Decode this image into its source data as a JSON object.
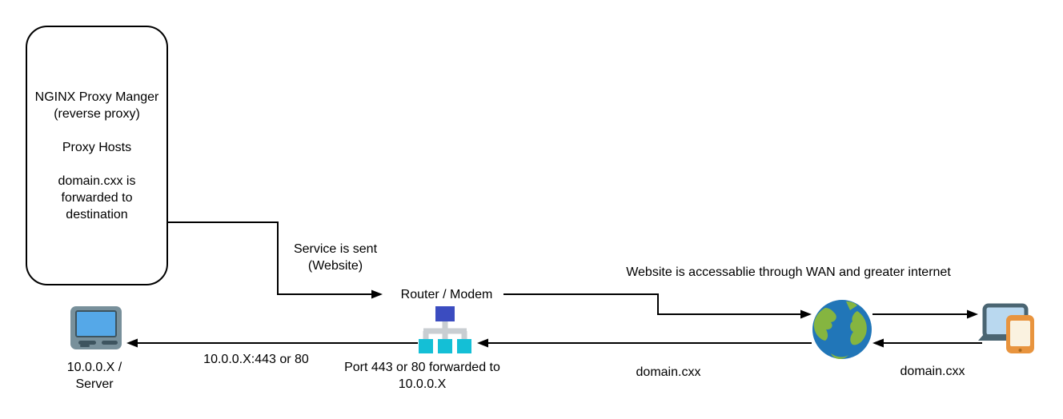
{
  "colors": {
    "line": "#000000",
    "indigo": "#3b4cc0",
    "cyan": "#14bfd6",
    "connector_gray": "#c9ced2",
    "globe_ocean": "#2176b8",
    "globe_land": "#85b540",
    "laptop_frame": "#4a6572",
    "laptop_screen": "#b9d8ef",
    "phone_body": "#e8943e",
    "phone_screen": "#faf2e0",
    "server_body": "#78909b",
    "server_screen": "#55a8e8",
    "server_slot": "#3d545f"
  },
  "diagram": {
    "nginx_box": {
      "lines": [
        "NGINX Proxy Manger",
        "(reverse proxy)",
        "",
        "Proxy Hosts",
        "",
        "domain.cxx is",
        "forwarded to",
        "destination"
      ]
    },
    "labels": {
      "service_sent_line1": "Service is sent",
      "service_sent_line2": "(Website)",
      "router": "Router / Modem",
      "wan_note": "Website is accessablie through WAN and greater internet",
      "domain_wan": "domain.cxx",
      "domain_client": "domain.cxx",
      "ip_port": "10.0.0.X:443 or 80",
      "port_forward_line1": "Port 443 or 80 forwarded to",
      "port_forward_line2": "10.0.0.X",
      "server_line1": "10.0.0.X /",
      "server_line2": "Server"
    },
    "icons": {
      "server": "server-computer-icon",
      "router": "router-modem-icon",
      "globe": "internet-globe-icon",
      "devices": "client-devices-icon"
    }
  }
}
